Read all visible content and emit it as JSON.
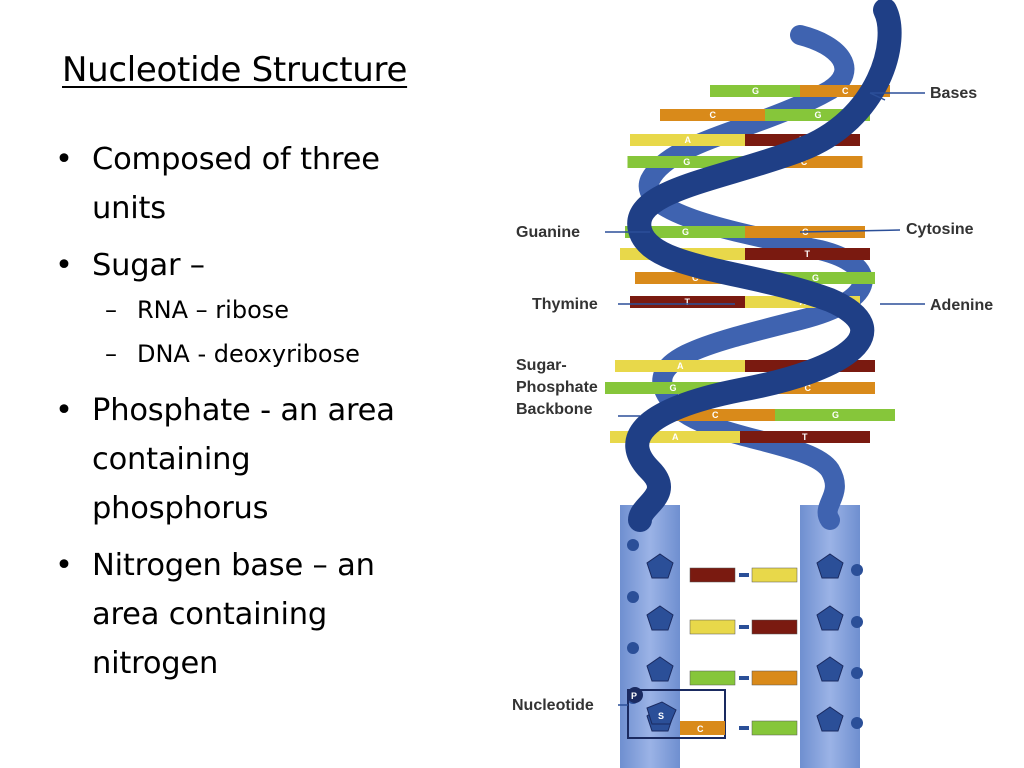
{
  "slide": {
    "title": "Nucleotide Structure",
    "bullets": [
      {
        "text": "Composed of three units"
      },
      {
        "text": "Sugar –",
        "sub": [
          "RNA – ribose",
          "DNA - deoxyribose"
        ]
      },
      {
        "text": "Phosphate - an area containing phosphorus"
      },
      {
        "text": "Nitrogen base – an area containing nitrogen"
      }
    ]
  },
  "figure": {
    "labels": {
      "bases": "Bases",
      "guanine": "Guanine",
      "cytosine": "Cytosine",
      "thymine": "Thymine",
      "adenine": "Adenine",
      "backbone_line1": "Sugar-",
      "backbone_line2": "Phosphate",
      "backbone_line3": "Backbone",
      "nucleotide": "Nucleotide"
    },
    "base_pairs": [
      [
        "G",
        "C"
      ],
      [
        "C",
        "G"
      ],
      [
        "A",
        "T"
      ],
      [
        "G",
        "C"
      ],
      [
        "G",
        "C"
      ],
      [
        "A",
        "T"
      ],
      [
        "C",
        "G"
      ],
      [
        "T",
        "A"
      ],
      [
        "A",
        "T"
      ],
      [
        "G",
        "C"
      ],
      [
        "C",
        "G"
      ],
      [
        "A",
        "T"
      ]
    ],
    "nucleotide_symbols": {
      "phosphate": "P",
      "sugar": "S",
      "base": "C"
    },
    "colors": {
      "backbone": "#2b4f98",
      "ladder_rail": "#7a9ad6",
      "adenine": "#e8d84a",
      "thymine": "#7a1a10",
      "guanine": "#86c63a",
      "cytosine": "#d98a1a"
    }
  }
}
